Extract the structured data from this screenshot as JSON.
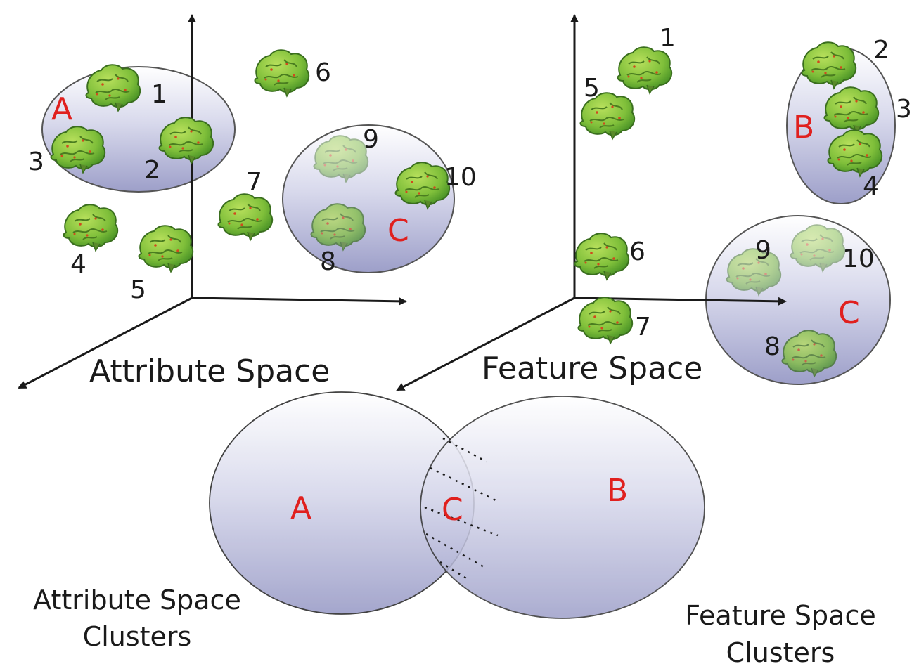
{
  "colors": {
    "cluster_label": "#e0201e",
    "ellipse_top": "#ffffff",
    "ellipse_bottom": "#9d9fc9",
    "brain_light": "#9fd34d",
    "brain_dark": "#3d7d22",
    "axis": "#1a1a1a"
  },
  "icons": {
    "brain": "brain-icon",
    "axis_arrow": "arrow-icon"
  },
  "attribute_space": {
    "title": "Attribute Space",
    "clusters": {
      "a": "A",
      "c": "C"
    },
    "labels": {
      "n1": "1",
      "n2": "2",
      "n3": "3",
      "n4": "4",
      "n5": "5",
      "n6": "6",
      "n7": "7",
      "n8": "8",
      "n9": "9",
      "n10": "10"
    }
  },
  "feature_space": {
    "title": "Feature Space",
    "clusters": {
      "b": "B",
      "c": "C"
    },
    "labels": {
      "n1": "1",
      "n2": "2",
      "n3": "3",
      "n4": "4",
      "n5": "5",
      "n6": "6",
      "n7": "7",
      "n8": "8",
      "n9": "9",
      "n10": "10"
    }
  },
  "venn": {
    "left_label": "A",
    "right_label": "B",
    "overlap_label": "C",
    "left_caption": [
      "Attribute Space",
      "Clusters"
    ],
    "right_caption": [
      "Feature Space",
      "Clusters"
    ]
  }
}
